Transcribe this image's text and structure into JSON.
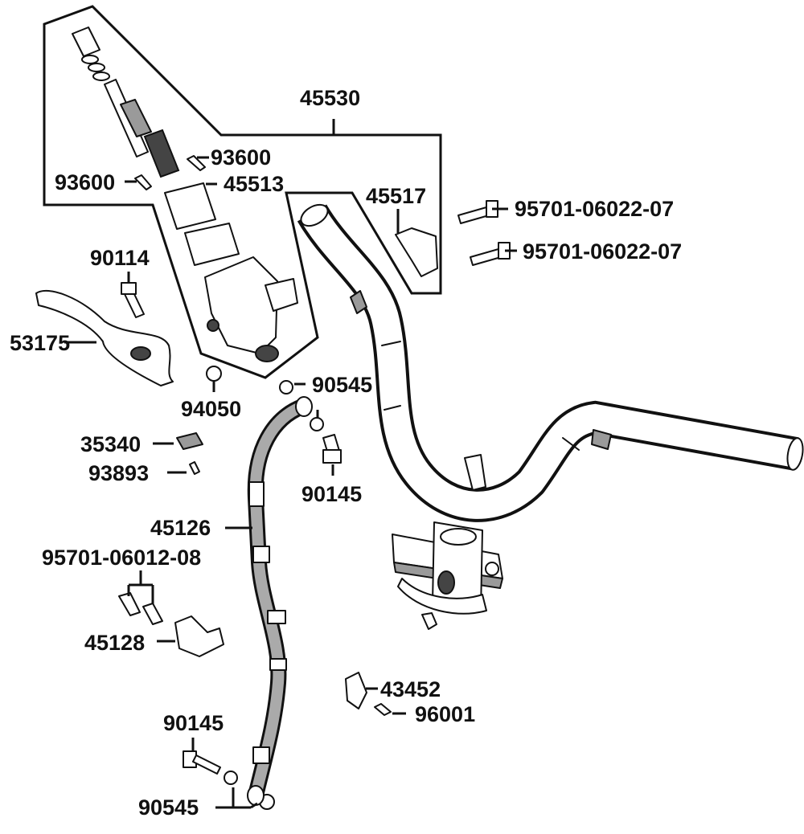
{
  "labels": {
    "l45530": "45530",
    "l93600a": "93600",
    "l93600b": "93600",
    "l45513": "45513",
    "l45517": "45517",
    "l95701_07a": "95701-06022-07",
    "l95701_07b": "95701-06022-07",
    "l90114": "90114",
    "l53175": "53175",
    "l90545a": "90545",
    "l94050": "94050",
    "l35340": "35340",
    "l93893": "93893",
    "l90145a": "90145",
    "l45126": "45126",
    "l95701_08": "95701-06012-08",
    "l45128": "45128",
    "l43452": "43452",
    "l96001": "96001",
    "l90145b": "90145",
    "l90545b": "90545"
  },
  "colors": {
    "ink": "#111111",
    "shade": "#9a9a9a",
    "dark_shade": "#444444",
    "background": "#ffffff"
  }
}
